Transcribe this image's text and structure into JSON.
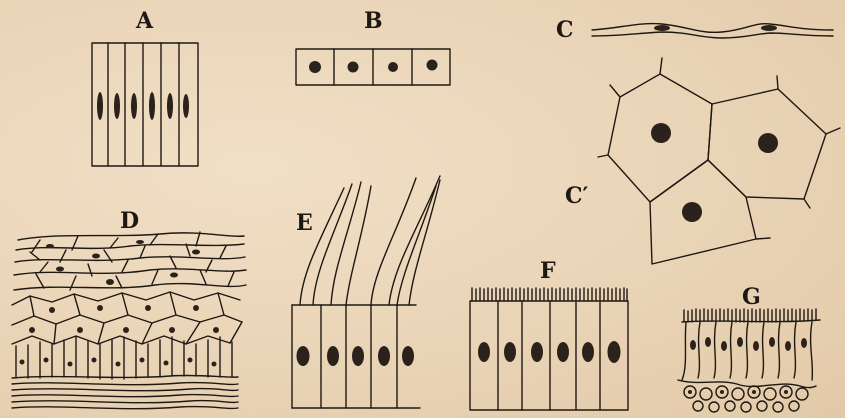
{
  "figure": {
    "labels": {
      "a": "A",
      "b": "B",
      "c": "C",
      "c_prime": "C′",
      "d": "D",
      "e": "E",
      "f": "F",
      "g": "G"
    },
    "colors": {
      "paper": "#ecd9bf",
      "ink": "#1e1812",
      "nucleus": "#2b231b"
    }
  }
}
